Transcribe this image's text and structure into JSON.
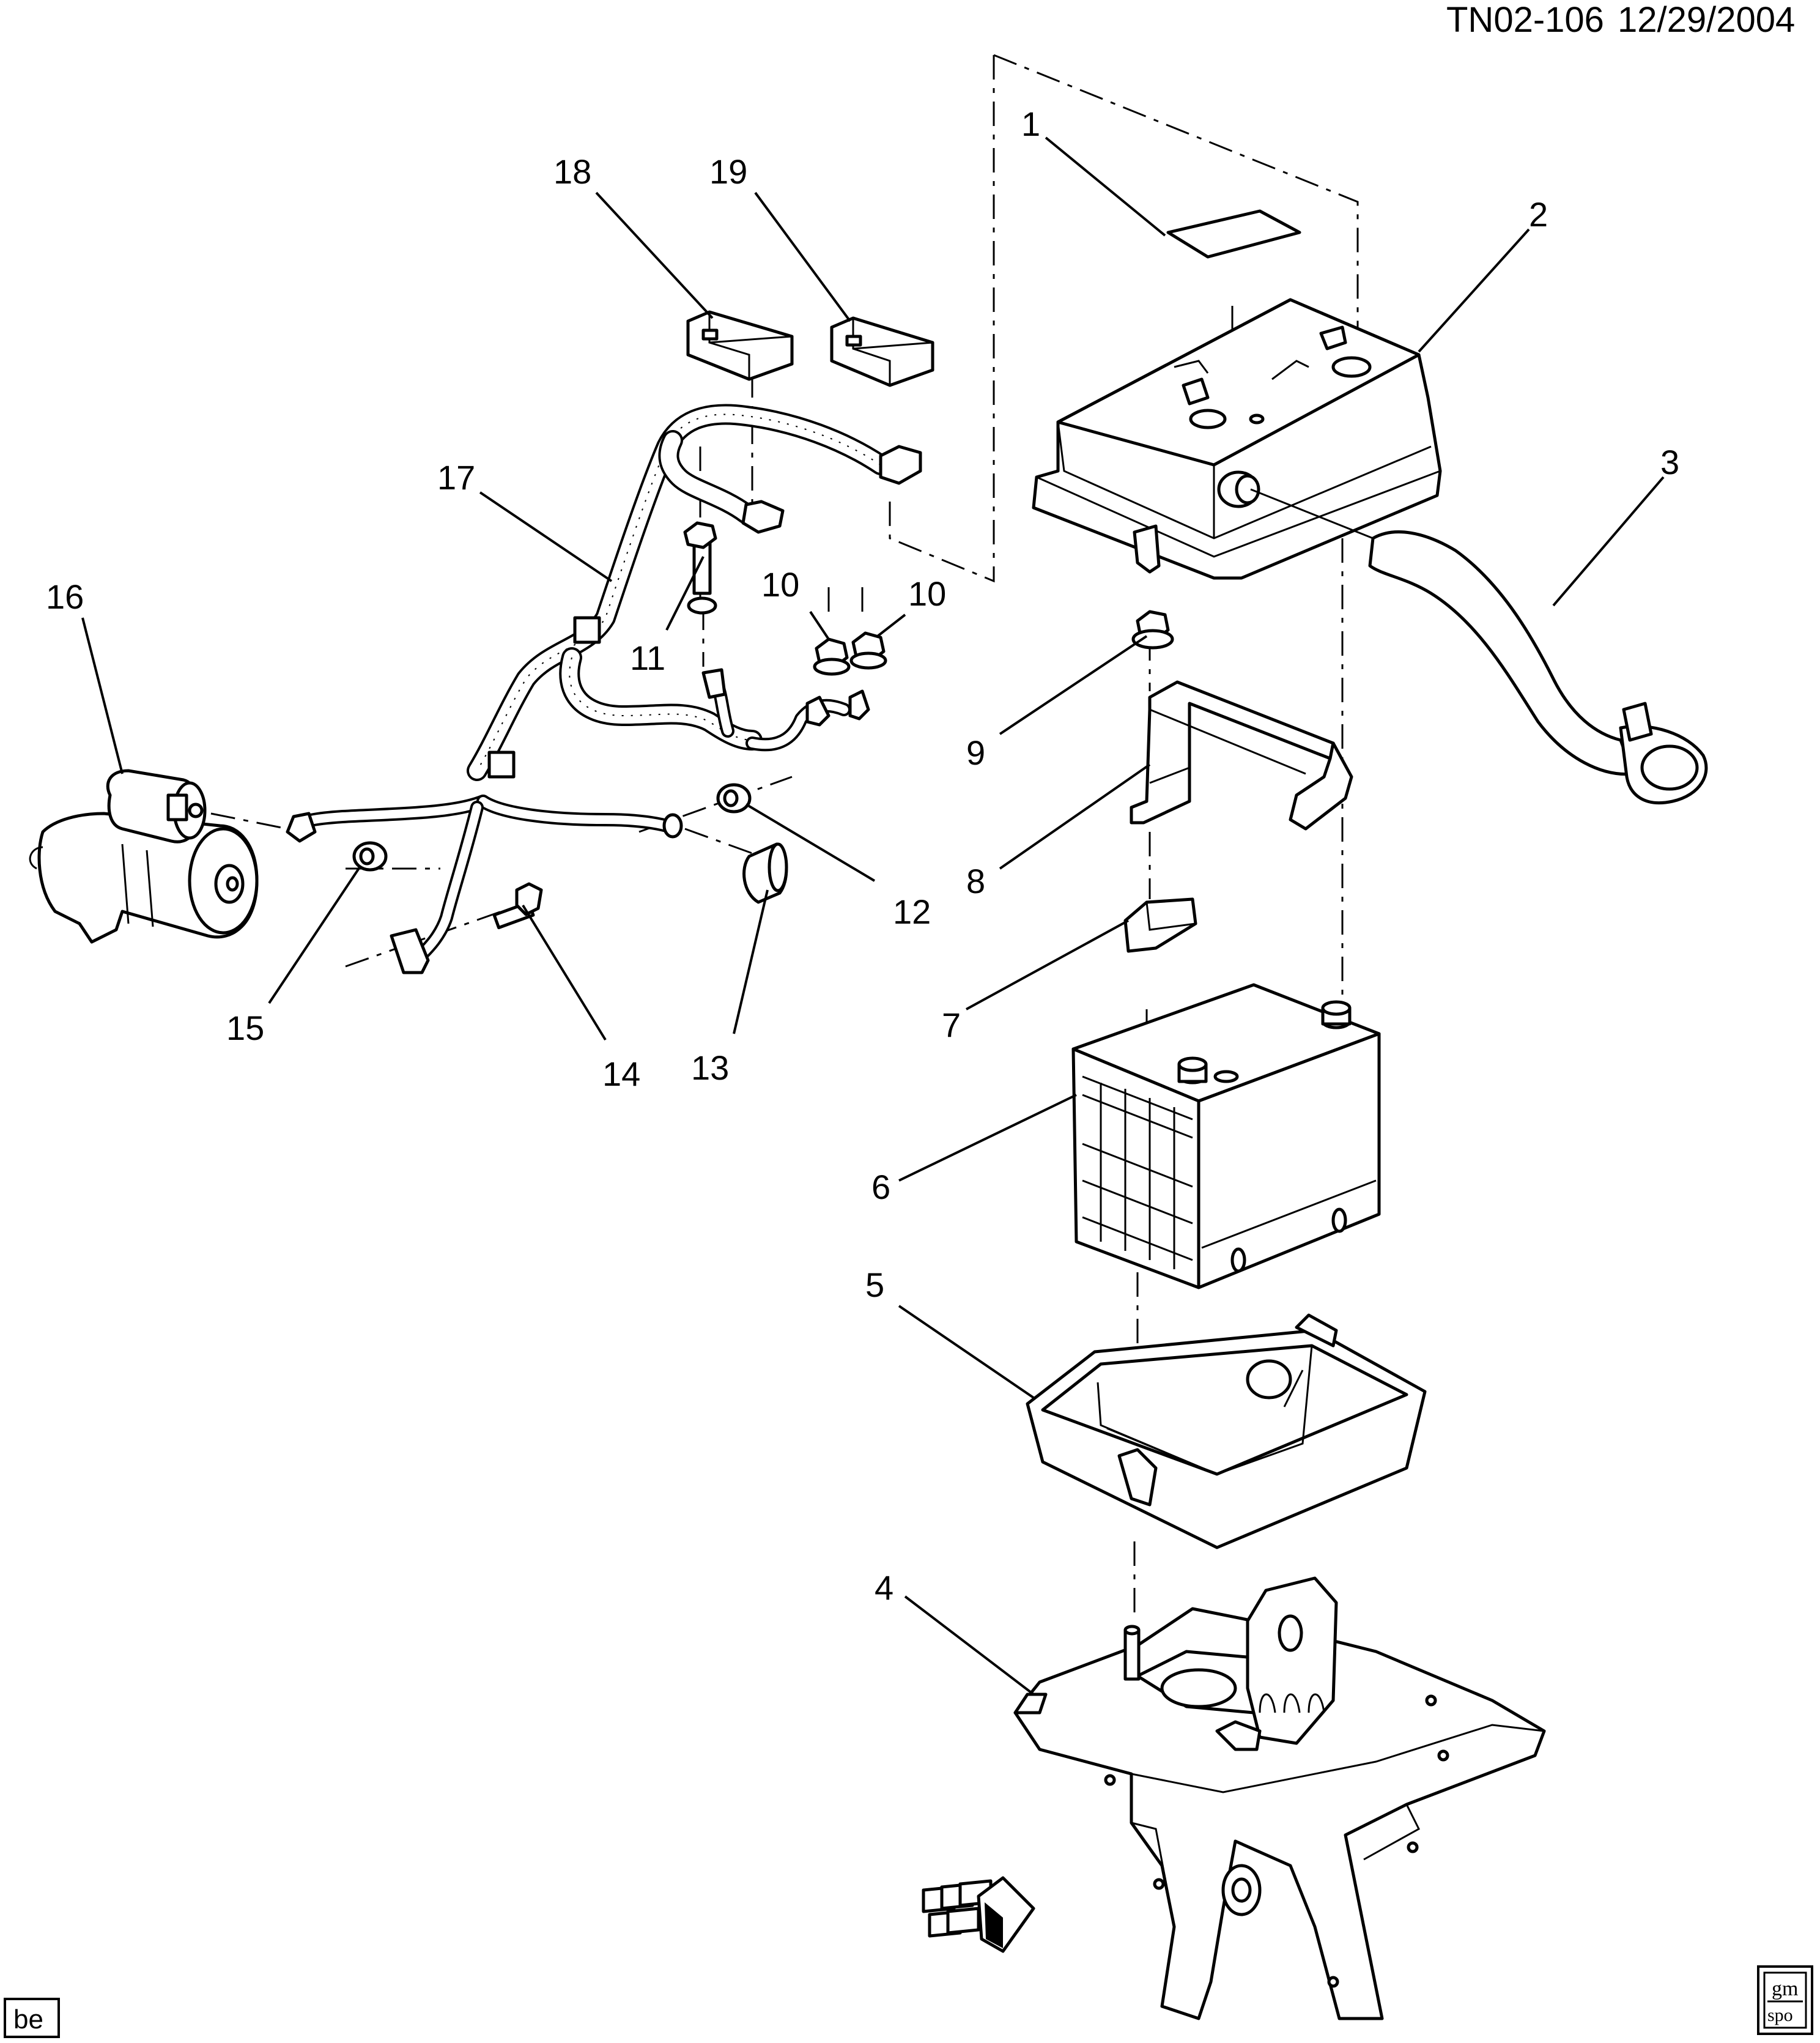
{
  "header": {
    "drawing_id": "TN02-106",
    "date": "12/29/2004"
  },
  "corner_tags": {
    "bottom_left": "be"
  },
  "logo": {
    "top": "gm",
    "bottom": "spo"
  },
  "callouts": [
    "1",
    "2",
    "3",
    "4",
    "5",
    "6",
    "7",
    "8",
    "9",
    "10",
    "10",
    "11",
    "12",
    "13",
    "14",
    "15",
    "16",
    "17",
    "18",
    "19"
  ],
  "icons": [
    "front-direction-arrow-icon",
    "gm-spo-logo-icon"
  ]
}
